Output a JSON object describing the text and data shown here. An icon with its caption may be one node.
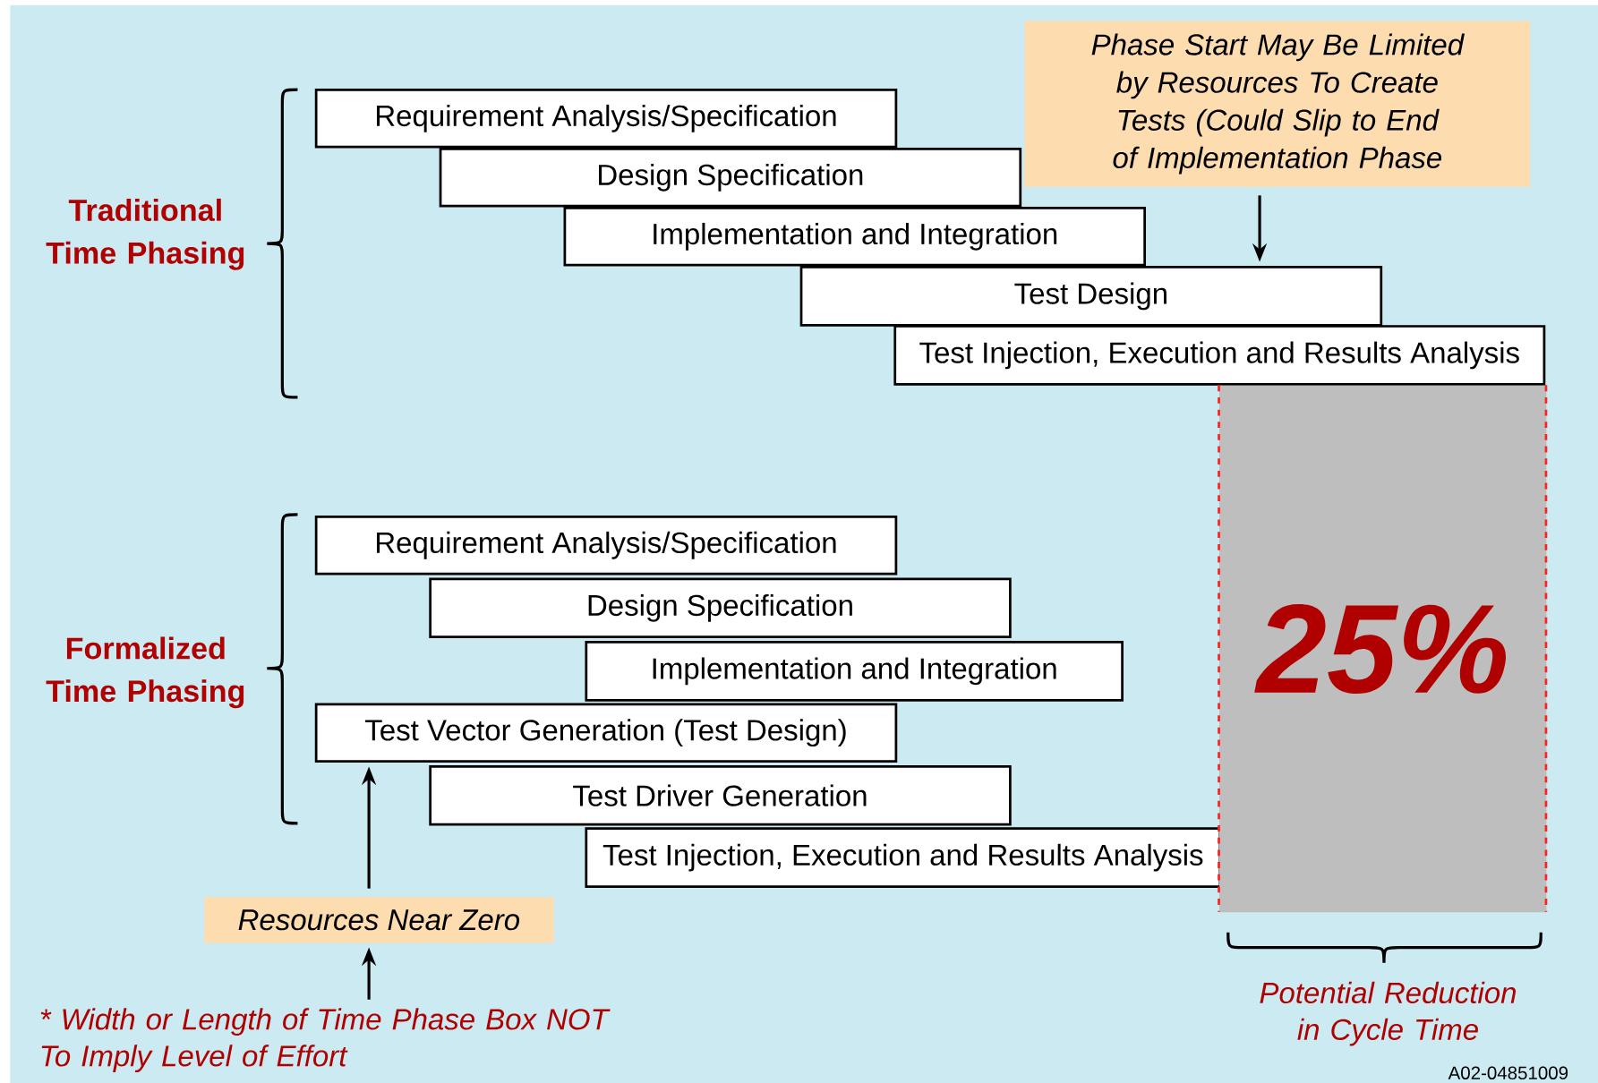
{
  "diagram": {
    "nodes": [
      {
        "text": [
          "Phase Start May Be Limited by Resources To Create Tests (Could Slip to End of Implementation Phase"
        ]
      },
      {
        "text": [
          "Requirement Analysis/Specification"
        ]
      },
      {
        "text": [
          "Design Specification"
        ]
      },
      {
        "text": [
          "Implementation and Integration"
        ]
      },
      {
        "text": [
          "Test Design"
        ]
      },
      {
        "text": [
          "Test Injection, Execution and Results Analysis"
        ]
      },
      {
        "text": [
          "Requirement Analysis/Specification"
        ]
      },
      {
        "text": [
          "Design Specification"
        ]
      },
      {
        "text": [
          "Implementation and Integration"
        ]
      },
      {
        "text": [
          "Test Vector Generation (Test Design)"
        ]
      },
      {
        "text": [
          "Test Driver Generation"
        ]
      },
      {
        "text": [
          "Test Injection, Execution and Results Analysis"
        ]
      },
      {
        "text": [
          "25%"
        ]
      },
      {
        "text": [
          "Resources Near Zero"
        ]
      },
      {
        "text": [
          "* Width or Length of Time Phase Box NOT To Imply Level of Effort"
        ]
      }
    ],
    "edges": [
      {
        "from": 0,
        "to": 4,
        "arrow": "to"
      },
      {
        "from": 13,
        "to": 9,
        "arrow": "to"
      },
      {
        "from": 14,
        "to": 13,
        "arrow": "to"
      }
    ],
    "labels": [
      "Traditional Time Phasing",
      "Formalized Time Phasing",
      "Potential Reduction in Cycle Time",
      "A02-04851009"
    ]
  }
}
